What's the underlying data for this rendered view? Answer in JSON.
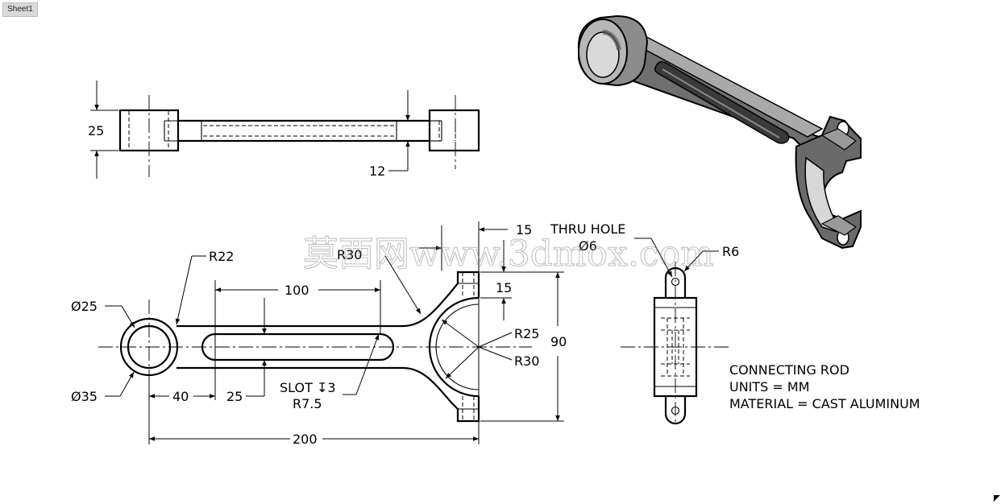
{
  "sheet_tab": "Sheet1",
  "top_view": {
    "height_dim": "25",
    "web_dim": "12"
  },
  "front_view": {
    "r22": "R22",
    "r30_top": "R30",
    "dia25": "Ø25",
    "dia35": "Ø35",
    "slot_length": "100",
    "dist_40": "40",
    "dist_25": "25",
    "slot_note_line1": "SLOT ↧3",
    "slot_note_line2": "R7.5",
    "overall_length": "200",
    "top_15": "15",
    "side_15": "15",
    "r25": "R25",
    "r30_end": "R30",
    "height_90": "90"
  },
  "side_view": {
    "hole_note_line1": "THRU HOLE",
    "hole_note_line2": "Ø6",
    "r6": "R6"
  },
  "title_block": {
    "line1": "CONNECTING ROD",
    "line2": "UNITS = MM",
    "line3": "MATERIAL = CAST ALUMINUM"
  },
  "watermark": "莫西网www.3dmox.com"
}
